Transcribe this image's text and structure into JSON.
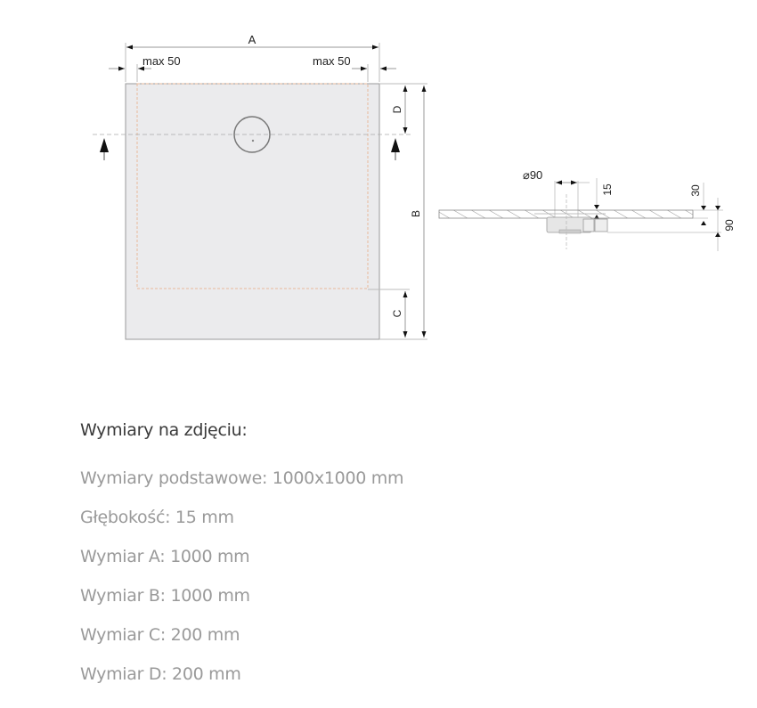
{
  "drawing": {
    "top_view": {
      "label_a": "A",
      "label_b": "B",
      "label_c": "C",
      "label_d": "D",
      "label_max_left": "max 50",
      "label_max_right": "max 50"
    },
    "side_view": {
      "label_diameter": "⌀90",
      "label_depth": "15",
      "label_thickness": "30",
      "label_height": "90"
    },
    "colors": {
      "tray_fill": "#ebebed",
      "tray_border": "#9a9a9a",
      "dashed_margin": "#e8b89a",
      "dim_line": "#9a9a9a",
      "arrow": "#111111"
    }
  },
  "specs": {
    "title": "Wymiary na zdjęciu:",
    "items": [
      {
        "label": "Wymiary podstawowe: 1000x1000 mm"
      },
      {
        "label": "Głębokość: 15 mm"
      },
      {
        "label": "Wymiar A: 1000 mm"
      },
      {
        "label": "Wymiar B: 1000 mm"
      },
      {
        "label": "Wymiar C: 200 mm"
      },
      {
        "label": "Wymiar D: 200 mm"
      }
    ]
  }
}
